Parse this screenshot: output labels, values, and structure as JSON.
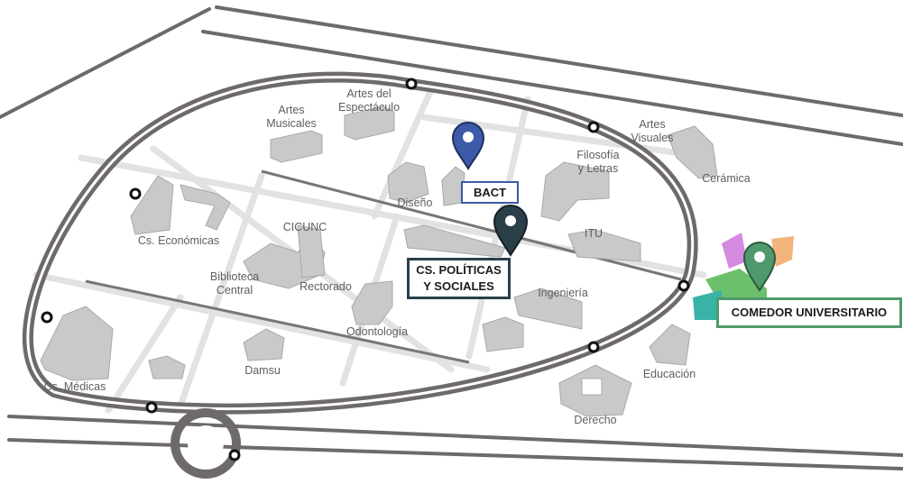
{
  "map": {
    "labels": {
      "artes_musicales": [
        "Artes",
        "Musicales"
      ],
      "artes_espectaculo": [
        "Artes del",
        "Espectáculo"
      ],
      "artes_visuales": [
        "Artes",
        "Visuales"
      ],
      "filosofia": [
        "Filosofía",
        "y Letras"
      ],
      "ceramica": "Cerámica",
      "diseno": "Diseño",
      "cs_economicas": "Cs. Económicas",
      "cicunc": "CICUNC",
      "biblioteca": [
        "Biblioteca",
        "Central"
      ],
      "rectorado": "Rectorado",
      "itu": "ITU",
      "ingenieria": "Ingeniería",
      "odontologia": "Odontología",
      "cs_medicas": "Cs. Médicas",
      "damsu": "Damsu",
      "educacion": "Educación",
      "derecho": "Derecho"
    },
    "callouts": {
      "bact": "BACT",
      "cs_politicas": [
        "CS. POLÍTICAS",
        "Y SOCIALES"
      ],
      "comedor": "COMEDOR UNIVERSITARIO"
    },
    "colors": {
      "road": "#6f6a6a",
      "street": "#e0e0e0",
      "building": "#c9c9c9",
      "bact_pin": "#3d5aa8",
      "politicas_pin": "#2b3f4b",
      "comedor_pin": "#4f9a6c",
      "bact_border": "#3d5aa8",
      "politicas_border": "#2b3f4b",
      "comedor_border": "#4f9a6c"
    }
  }
}
